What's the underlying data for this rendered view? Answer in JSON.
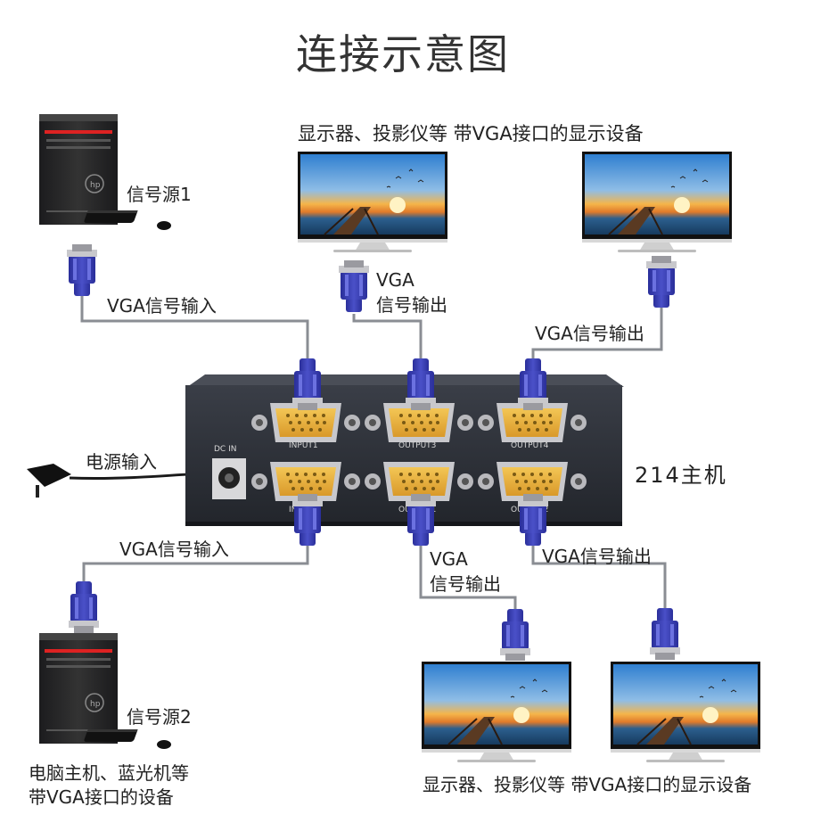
{
  "title": "连接示意图",
  "sources": {
    "source1": "信号源1",
    "source2": "信号源2",
    "source2_desc_line1": "电脑主机、蓝光机等",
    "source2_desc_line2": "带VGA接口的设备"
  },
  "displays": {
    "top_caption": "显示器、投影仪等  带VGA接口的显示设备",
    "bottom_caption": "显示器、投影仪等  带VGA接口的显示设备"
  },
  "connections": {
    "vga_in_1": "VGA信号输入",
    "vga_in_2": "VGA信号输入",
    "vga_out_top_line1": "VGA",
    "vga_out_top_line2": "信号输出",
    "vga_out_right_top": "VGA信号输出",
    "vga_out_bottom_line1": "VGA",
    "vga_out_bottom_line2": "信号输出",
    "vga_out_right_bottom": "VGA信号输出",
    "power_in": "电源输入"
  },
  "device": {
    "name": "214主机",
    "dc_in": "DC IN",
    "ports": {
      "input1": "INPUT1",
      "output3": "OUTPUT3",
      "output4": "OUTPUT4",
      "input2": "INPUT2",
      "output1": "OUTPUT1",
      "output2": "OUTPUT2"
    }
  },
  "colors": {
    "device_body": "#2a2d34",
    "port_gold": "#e8b23a",
    "vga_plug_blue": "#3a3fb0",
    "cable_gray": "#8a8d93",
    "monitor_sky_top": "#3f8fd6",
    "monitor_sunset": "#f2a13c"
  }
}
